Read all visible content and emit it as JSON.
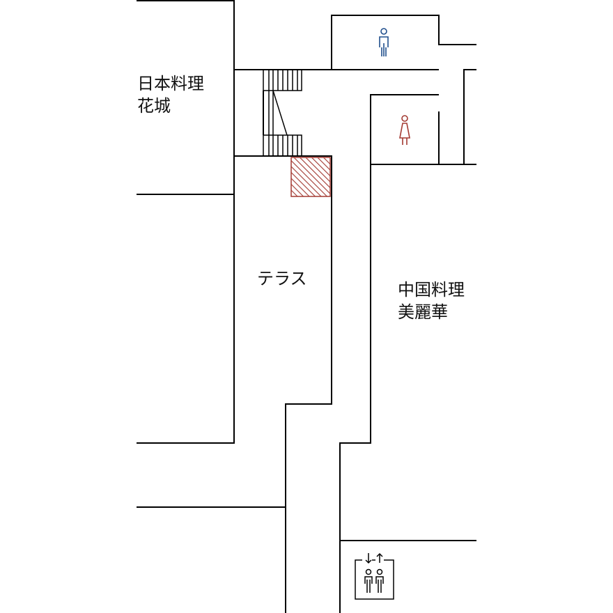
{
  "rooms": {
    "japanese": {
      "line1": "日本料理",
      "line2": "花城"
    },
    "terrace": {
      "label": "テラス"
    },
    "chinese": {
      "line1": "中国料理",
      "line2": "美麗華"
    }
  },
  "icons": {
    "men": "male-restroom-icon",
    "women": "female-restroom-icon",
    "elevator": "elevator-icon",
    "stairs": "stairs-icon",
    "hatched_area": "restricted-area"
  },
  "colors": {
    "men": "#1f4e8c",
    "women": "#a33a32",
    "walls": "#000000"
  }
}
